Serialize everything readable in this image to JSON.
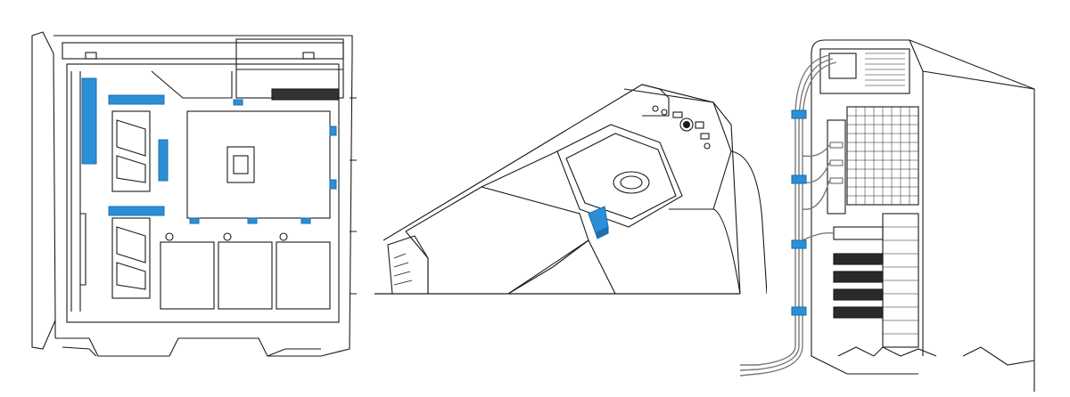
{
  "figure": {
    "panels": [
      {
        "id": "side-view"
      },
      {
        "id": "drive-bay-view"
      },
      {
        "id": "rear-view"
      }
    ]
  },
  "colors": {
    "line": "#1a1a1a",
    "accent": "#2a8fd6",
    "accent_dark": "#1f6fae",
    "background": "#ffffff",
    "gray": "#8a8a8a"
  }
}
